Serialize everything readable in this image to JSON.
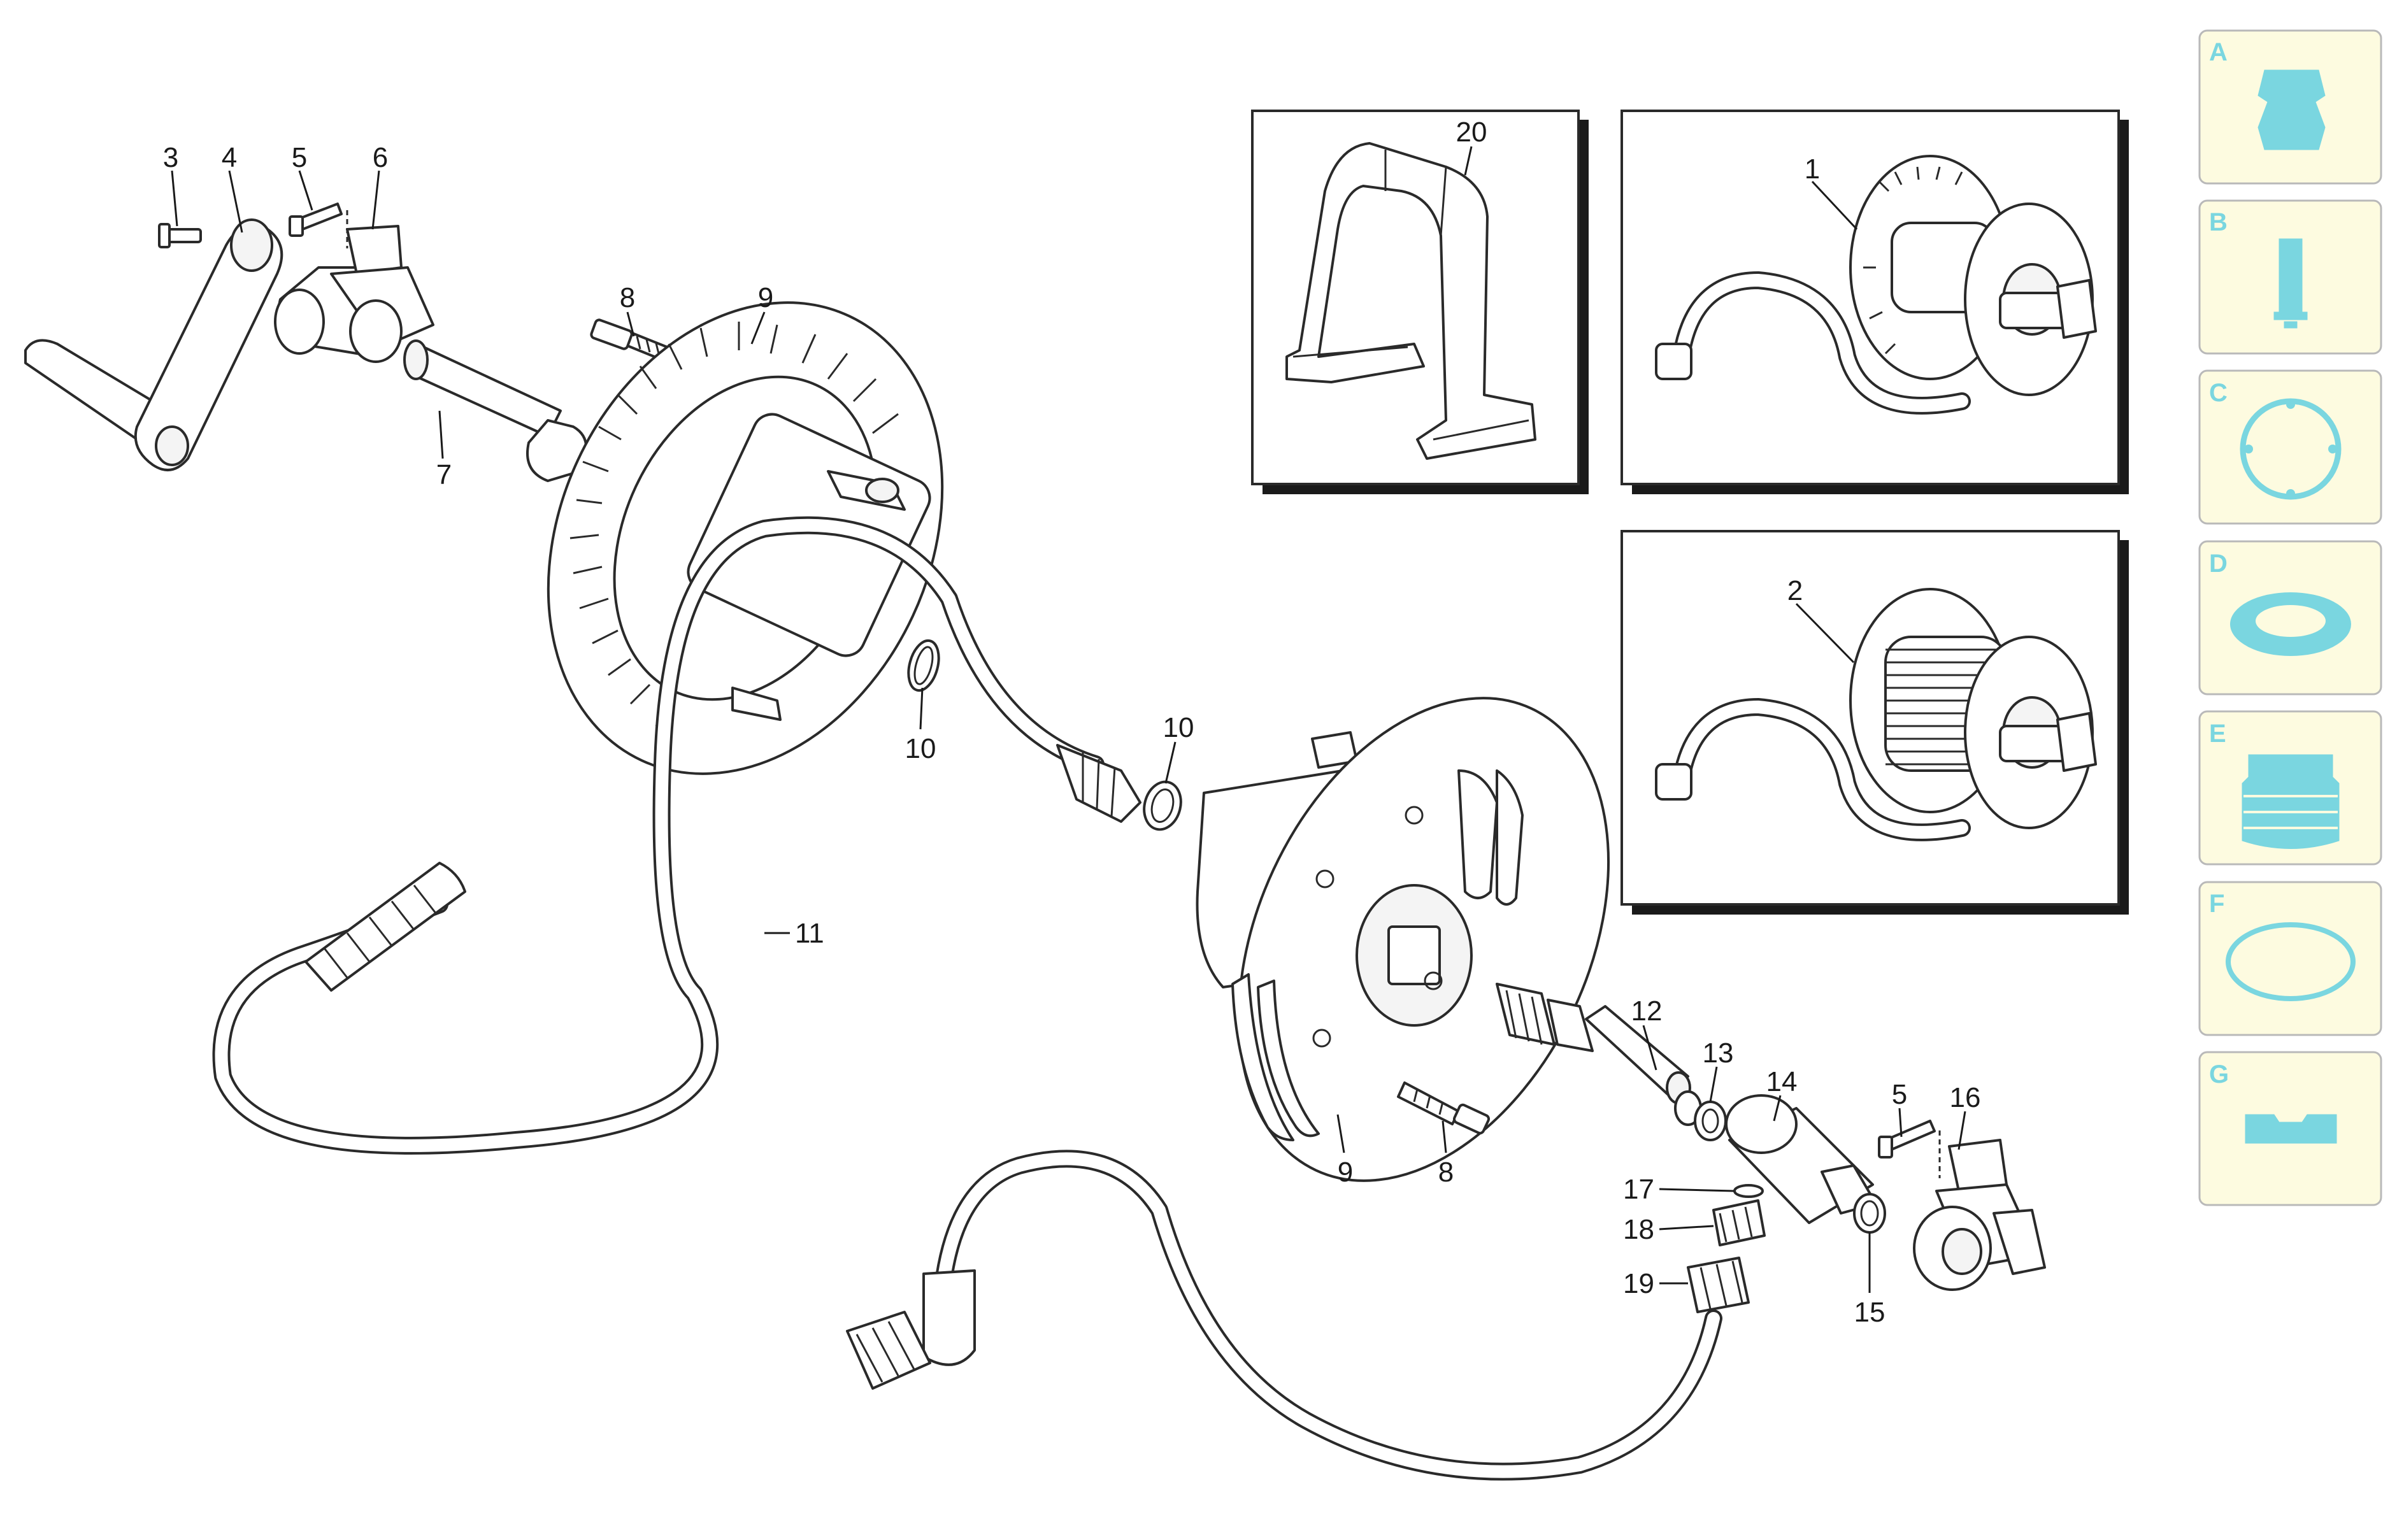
{
  "diagram": {
    "callouts": {
      "c1": "1",
      "c2": "2",
      "c3": "3",
      "c4": "4",
      "c5a": "5",
      "c5b": "5",
      "c6": "6",
      "c7": "7",
      "c8a": "8",
      "c8b": "8",
      "c9a": "9",
      "c9b": "9",
      "c10a": "10",
      "c10b": "10",
      "c11": "11",
      "c12": "12",
      "c13": "13",
      "c14": "14",
      "c15": "15",
      "c16": "16",
      "c17": "17",
      "c18": "18",
      "c19": "19",
      "c20": "20"
    }
  },
  "sidebar": {
    "colors": {
      "background": "#fdfbe0",
      "border": "#b9b9b9",
      "accent": "#7ad6e0"
    },
    "tabs": [
      {
        "letter": "A",
        "icon": "quick-coupling-icon"
      },
      {
        "letter": "B",
        "icon": "nozzle-pin-icon"
      },
      {
        "letter": "C",
        "icon": "retaining-ring-icon"
      },
      {
        "letter": "D",
        "icon": "flat-seal-icon"
      },
      {
        "letter": "E",
        "icon": "threaded-adapter-icon"
      },
      {
        "letter": "F",
        "icon": "o-ring-icon"
      },
      {
        "letter": "G",
        "icon": "clip-icon"
      }
    ]
  }
}
